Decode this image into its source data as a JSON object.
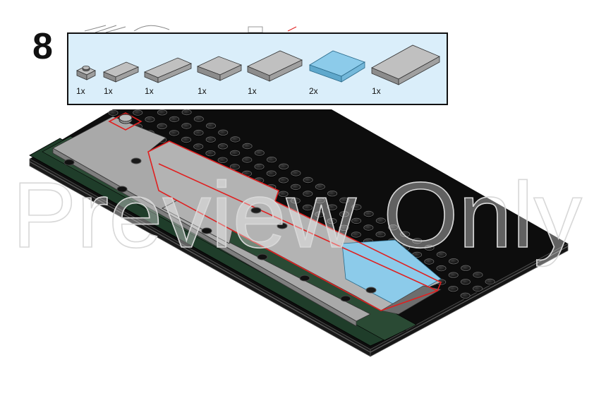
{
  "step": {
    "number": "8"
  },
  "parts": [
    {
      "name": "plate-1x1-round",
      "qty": "1x",
      "color": "#a9a9a9"
    },
    {
      "name": "tile-1x2",
      "qty": "1x",
      "color": "#a9a9a9"
    },
    {
      "name": "tile-1x3",
      "qty": "1x",
      "color": "#a9a9a9"
    },
    {
      "name": "tile-2x2",
      "qty": "1x",
      "color": "#a9a9a9"
    },
    {
      "name": "tile-2x3",
      "qty": "1x",
      "color": "#a9a9a9"
    },
    {
      "name": "tile-2x2-light-blue",
      "qty": "2x",
      "color": "#8ccbea"
    },
    {
      "name": "tile-2x4",
      "qty": "1x",
      "color": "#a9a9a9"
    }
  ],
  "watermark": {
    "text": "Preview Only"
  },
  "colors": {
    "callout_bg": "#daeefa",
    "baseplate": "#111111",
    "tile_gray": "#a9a9a9",
    "tile_blue": "#8ccbea",
    "plate_green": "#1f3d2a",
    "highlight": "#e02020"
  }
}
